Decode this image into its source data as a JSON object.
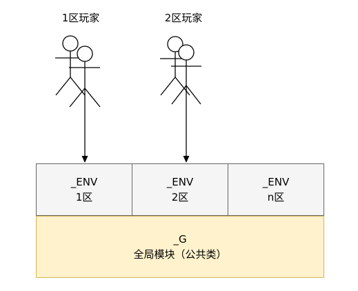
{
  "players": [
    {
      "label": "1区玩家"
    },
    {
      "label": "2区玩家"
    }
  ],
  "env_boxes": [
    {
      "name": "_ENV",
      "zone": "1区"
    },
    {
      "name": "_ENV",
      "zone": "2区"
    },
    {
      "name": "_ENV",
      "zone": "n区"
    }
  ],
  "global": {
    "name": "_G",
    "desc": "全局模块（公共类）"
  },
  "colors": {
    "env_fill": "#f5f5f5",
    "env_stroke": "#666666",
    "global_fill": "#fff2cc",
    "global_stroke": "#d6b656"
  }
}
